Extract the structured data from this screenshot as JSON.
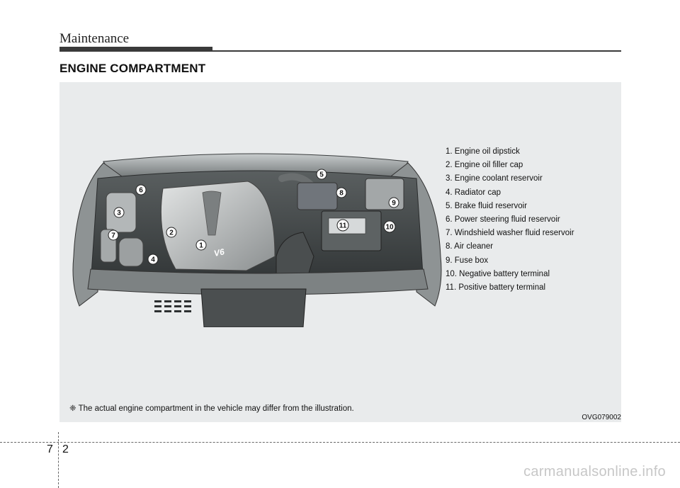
{
  "header": {
    "section": "Maintenance"
  },
  "title": "ENGINE COMPARTMENT",
  "figure": {
    "callouts": [
      "1",
      "2",
      "3",
      "4",
      "5",
      "6",
      "7",
      "8",
      "9",
      "10",
      "11"
    ],
    "legend": [
      "1. Engine oil dipstick",
      "2. Engine oil filler cap",
      "3. Engine coolant reservoir",
      "4. Radiator cap",
      "5. Brake fluid reservoir",
      "6. Power steering fluid reservoir",
      "7. Windshield washer fluid reservoir",
      "8. Air cleaner",
      "9. Fuse box",
      "10. Negative battery terminal",
      "11. Positive battery terminal"
    ],
    "note": "❈ The actual engine compartment in the vehicle may differ from the illustration.",
    "code": "OVG079002",
    "engine_badge": "V6"
  },
  "footer": {
    "chapter": "7",
    "page": "2",
    "watermark": "carmanualsonline.info"
  }
}
